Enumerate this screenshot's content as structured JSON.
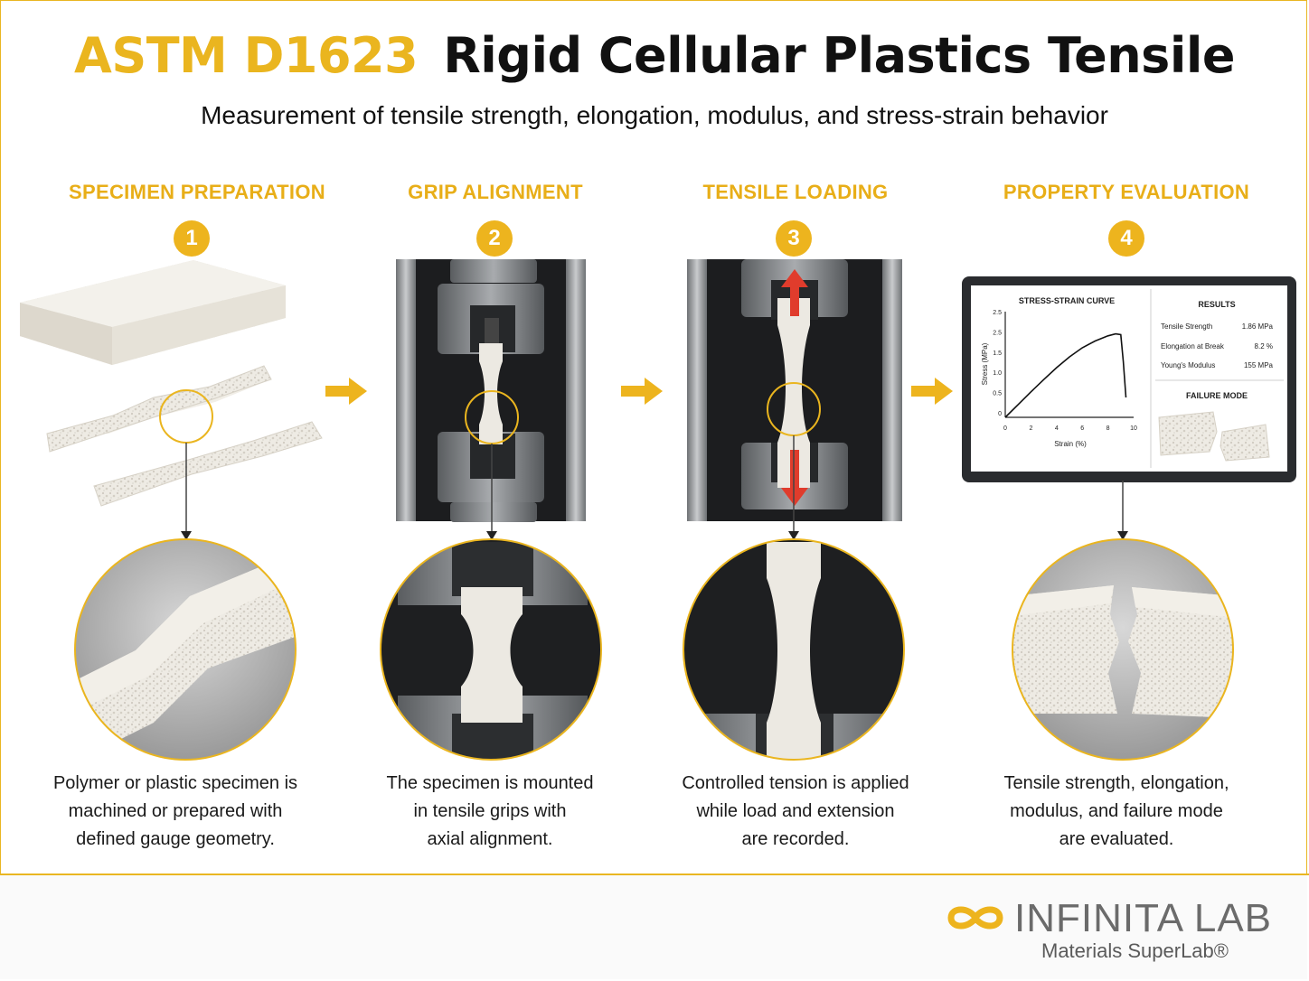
{
  "header": {
    "code": "ASTM D1623",
    "title": "Rigid Cellular Plastics Tensile",
    "subtitle": "Measurement of tensile strength, elongation, modulus, and stress-strain behavior"
  },
  "steps": [
    {
      "number": "1",
      "title": "SPECIMEN PREPARATION",
      "description": [
        "Polymer or plastic specimen is",
        "machined or prepared with",
        "defined gauge geometry."
      ]
    },
    {
      "number": "2",
      "title": "GRIP ALIGNMENT",
      "description": [
        "The specimen is mounted",
        "in tensile grips with",
        "axial alignment."
      ]
    },
    {
      "number": "3",
      "title": "TENSILE LOADING",
      "description": [
        "Controlled tension is applied",
        "while load and extension",
        "are recorded."
      ]
    },
    {
      "number": "4",
      "title": "PROPERTY EVALUATION",
      "description": [
        "Tensile strength, elongation,",
        "modulus, and failure mode",
        "are evaluated."
      ]
    }
  ],
  "monitor": {
    "chart_title": "STRESS-STRAIN CURVE",
    "ylabel": "Stress (MPa)",
    "xlabel": "Strain (%)",
    "yticks": [
      "2.5",
      "2.5",
      "1.5",
      "1.0",
      "0.5",
      "0"
    ],
    "xticks": [
      "0",
      "2",
      "4",
      "6",
      "8",
      "10"
    ],
    "results_title": "RESULTS",
    "results": [
      {
        "label": "Tensile Strength",
        "value": "1.86 MPa"
      },
      {
        "label": "Elongation at Break",
        "value": "8.2 %"
      },
      {
        "label": "Young's Modulus",
        "value": "155 MPa"
      }
    ],
    "failure_title": "FAILURE MODE"
  },
  "chart_data": {
    "type": "line",
    "title": "STRESS-STRAIN CURVE",
    "xlabel": "Strain (%)",
    "ylabel": "Stress (MPa)",
    "xlim": [
      0,
      10
    ],
    "ylim": [
      0,
      2.5
    ],
    "series": [
      {
        "x": [
          0,
          1,
          2,
          3,
          4,
          5,
          6,
          7,
          8,
          8.6,
          9,
          9.2,
          9.4
        ],
        "y": [
          0,
          0.32,
          0.64,
          0.95,
          1.25,
          1.52,
          1.75,
          1.92,
          2.05,
          2.1,
          2.08,
          1.4,
          0.5
        ]
      }
    ]
  },
  "footer": {
    "brand": "INFINITA LAB",
    "tagline": "Materials SuperLab®"
  },
  "colors": {
    "accent": "#edb41e",
    "text": "#111111",
    "arrow_red": "#e03c2c"
  }
}
